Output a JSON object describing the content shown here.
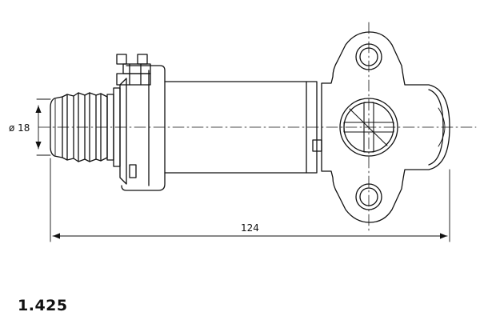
{
  "dimensions": {
    "diameter_label": "ø 18",
    "length_label": "124"
  },
  "part_code": "1.425",
  "colors": {
    "line": "#111111",
    "background": "#ffffff"
  }
}
